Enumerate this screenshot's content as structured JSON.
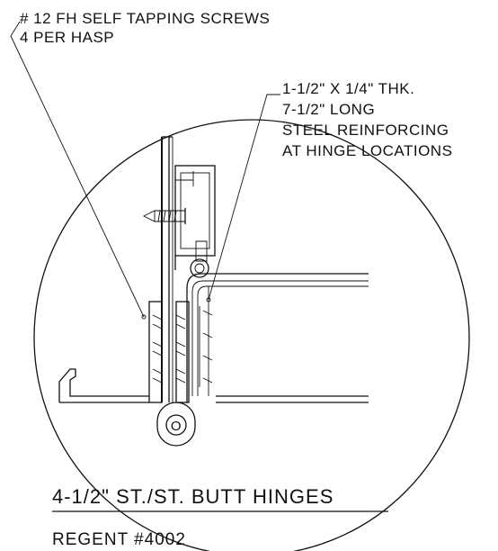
{
  "notes": {
    "screws": {
      "line1": "# 12 FH SELF TAPPING SCREWS",
      "line2": "4 PER HASP"
    },
    "reinforcing": {
      "line1": "1-1/2\" X 1/4\" THK.",
      "line2": "7-1/2\" LONG",
      "line3": "STEEL REINFORCING",
      "line4": "AT HINGE LOCATIONS"
    }
  },
  "caption": {
    "title": "4-1/2\" ST./ST. BUTT HINGES",
    "subtitle": "REGENT #4002"
  },
  "hinge_label": "O",
  "colors": {
    "ink": "#111111",
    "background": "#ffffff"
  }
}
